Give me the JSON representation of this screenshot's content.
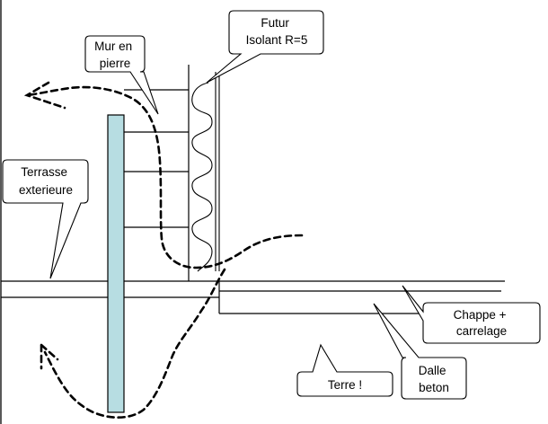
{
  "colors": {
    "ink": "#000000",
    "background": "#ffffff",
    "membrane_fill": "#b7dde2"
  },
  "labels": {
    "mur_en_pierre": [
      "Mur en",
      "pierre"
    ],
    "futur_isolant": [
      "Futur",
      "Isolant R=5"
    ],
    "terrasse_exterieure": [
      "Terrasse",
      "exterieure"
    ],
    "chappe_carrelage": [
      "Chappe +",
      "carrelage"
    ],
    "dalle_beton": [
      "Dalle",
      "beton"
    ],
    "terre": [
      "Terre !"
    ]
  }
}
